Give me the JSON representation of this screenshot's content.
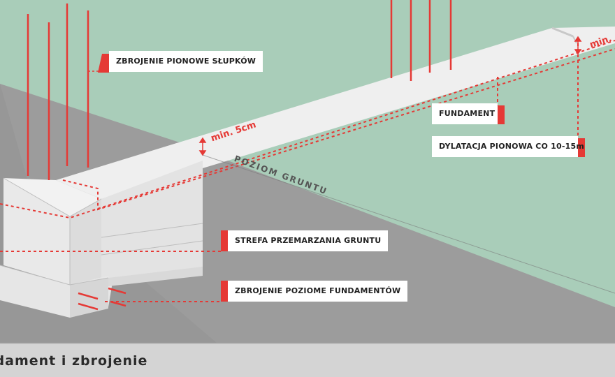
{
  "labels": {
    "vertical_rebar": "ZBROJENIE PIONOWE SŁUPKÓW",
    "foundation": "FUNDAMENT",
    "expansion_joint": "DYLATACJA PIONOWA CO 10-15m",
    "frost_zone": "STREFA PRZEMARZANIA GRUNTU",
    "horizontal_rebar": "ZBROJENIE POZIOME FUNDAMENTÓW"
  },
  "dimensions": {
    "min_5cm": "min. 5cm",
    "min_right": "min."
  },
  "ground_level": "POZIOM GRUNTU",
  "caption": "ndament i zbrojenie",
  "colors": {
    "accent_red": "#e53935",
    "background_green": "#a9cdb9",
    "ground_gray": "#9c9c9c",
    "concrete": "#ececec",
    "caption_bar": "#d4d4d4"
  }
}
